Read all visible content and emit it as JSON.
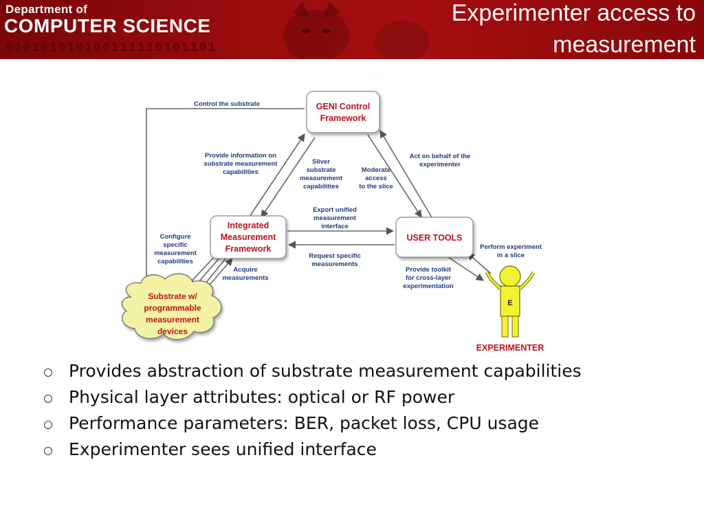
{
  "banner": {
    "department_line": "Department of",
    "name_line": "COMPUTER SCIENCE",
    "binary_text": "010101010100111110101101",
    "title": "Experimenter access to measurement"
  },
  "diagram": {
    "nodes": {
      "geni": [
        "GENI Control",
        "Framework"
      ],
      "imf": [
        "Integrated",
        "Measurement",
        "Framework"
      ],
      "tools": "USER TOOLS",
      "substrate": [
        "Substrate w/",
        "programmable",
        "measurement",
        "devices"
      ],
      "experimenter": "EXPERIMENTER",
      "experimenter_badge": "E"
    },
    "labels": {
      "control_substrate": "Control the substrate",
      "provide_info": [
        "Provide information on",
        "substrate measurement",
        "capabilities"
      ],
      "sliver": [
        "Sliver",
        "substrate",
        "measurement",
        "capabilities"
      ],
      "moderate": [
        "Moderate",
        "access",
        "to the slice"
      ],
      "act_behalf": [
        "Act on behalf of the",
        "experimenter"
      ],
      "export_unified": [
        "Export unified",
        "measurement",
        "interface"
      ],
      "configure": [
        "Configure",
        "specific",
        "measurement",
        "capabilities"
      ],
      "request": [
        "Request specific",
        "measurements"
      ],
      "perform": [
        "Perform experiment",
        "in a slice"
      ],
      "acquire": [
        "Acquire",
        "measurements"
      ],
      "provide_toolkit": [
        "Provide toolkit",
        "for cross-layer",
        "experimentation"
      ]
    },
    "colors": {
      "node_text": "#c0101a",
      "label_text": "#1f3a7a",
      "substrate_fill": "#f3f3a6",
      "person_fill": "#f2f233"
    }
  },
  "bullets": [
    "Provides abstraction of substrate measurement capabilities",
    "Physical layer attributes: optical or RF power",
    "Performance parameters: BER, packet loss, CPU usage",
    "Experimenter sees unified interface"
  ]
}
